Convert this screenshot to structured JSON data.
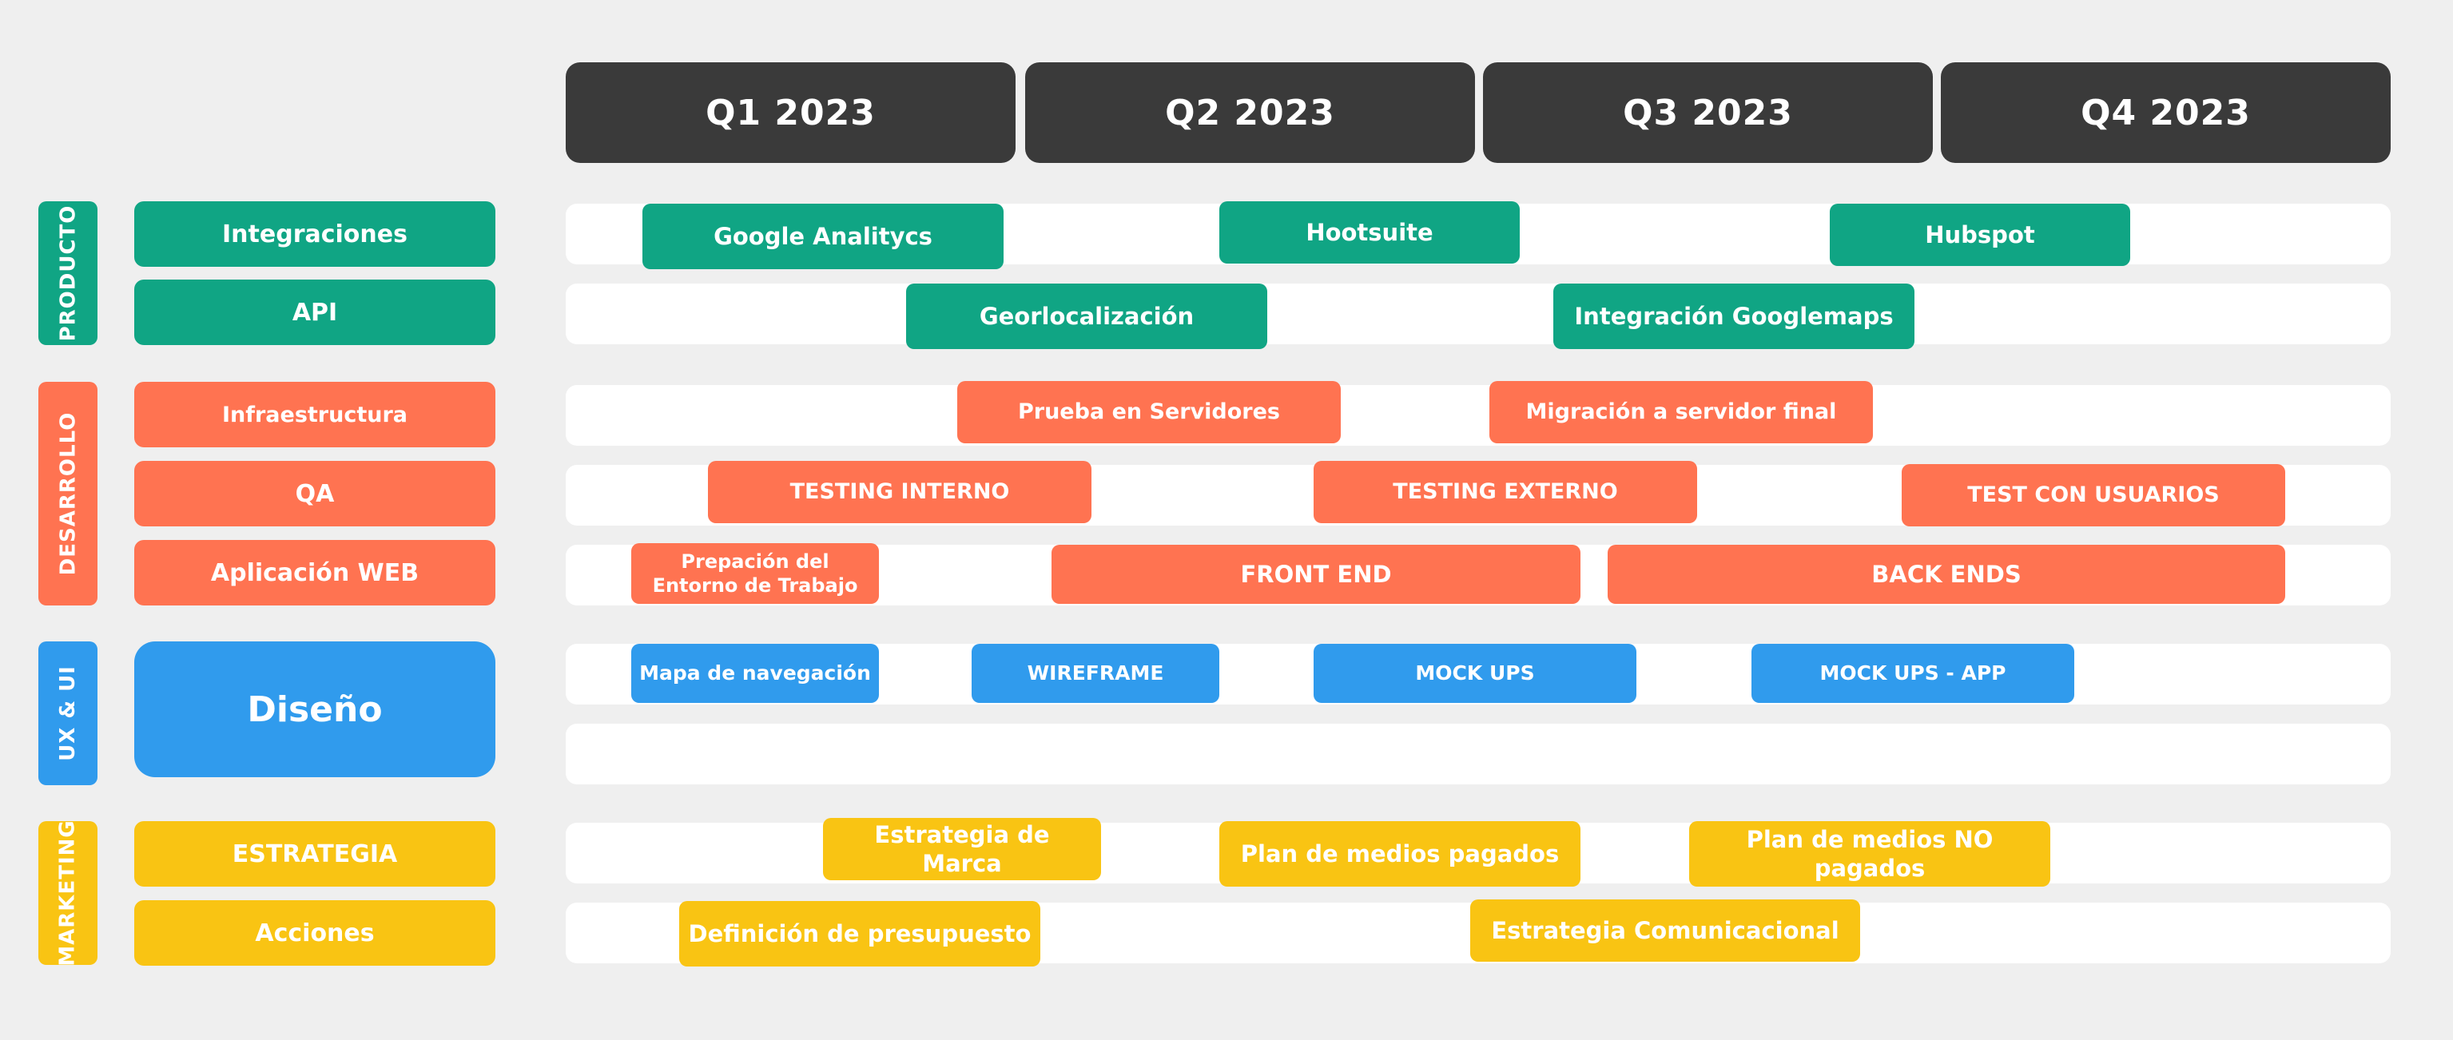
{
  "colors": {
    "producto": "#10a584",
    "desarrollo": "#ff7351",
    "ux": "#309bed",
    "marketing": "#f9c413",
    "quarter_bg": "#3a3a3a",
    "background": "#efefef"
  },
  "quarters": [
    "Q1 2023",
    "Q2 2023",
    "Q3 2023",
    "Q4 2023"
  ],
  "groups": {
    "producto": "PRODUCTO",
    "desarrollo": "DESARROLLO",
    "ux": "UX & UI",
    "marketing": "MARKETING"
  },
  "rows": {
    "integraciones": "Integraciones",
    "api": "API",
    "infraestructura": "Infraestructura",
    "qa": "QA",
    "aplicacion_web": "Aplicación WEB",
    "diseno": "Diseño",
    "estrategia": "ESTRATEGIA",
    "acciones": "Acciones"
  },
  "tasks": {
    "google_analytics": "Google Analitycs",
    "hootsuite": "Hootsuite",
    "hubspot": "Hubspot",
    "georlocalizacion": "Georlocalización",
    "integracion_googlemaps": "Integración Googlemaps",
    "prueba_servidores": "Prueba en Servidores",
    "migracion_servidor": "Migración a servidor final",
    "testing_interno": "TESTING INTERNO",
    "testing_externo": "TESTING EXTERNO",
    "test_usuarios": "TEST CON USUARIOS",
    "preparacion_entorno": "Prepación del Entorno de Trabajo",
    "front_end": "FRONT END",
    "back_ends": "BACK ENDS",
    "mapa_navegacion": "Mapa de navegación",
    "wireframe": "WIREFRAME",
    "mock_ups": "MOCK UPS",
    "mock_ups_app": "MOCK UPS - APP",
    "estrategia_marca": "Estrategia de Marca",
    "plan_medios_pagados": "Plan de medios pagados",
    "plan_medios_no_pagados": "Plan de medios NO pagados",
    "definicion_presupuesto": "Definición de presupuesto",
    "estrategia_comunicacional": "Estrategia Comunicacional"
  }
}
